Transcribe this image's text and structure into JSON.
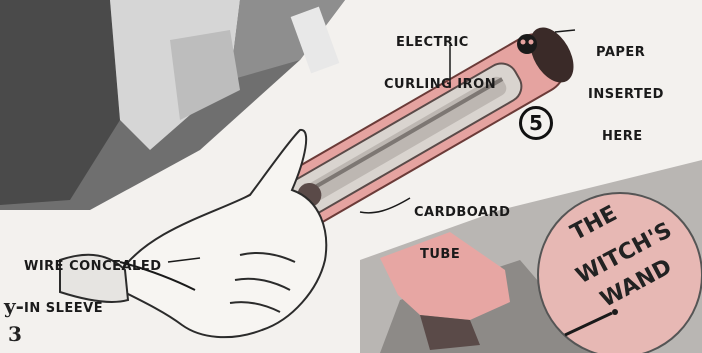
{
  "labels": {
    "electric_curling_iron_line1": "ELECTRIC",
    "electric_curling_iron_line2": "CURLING IRON",
    "paper_inserted_line1": "PAPER",
    "paper_inserted_line2": "INSERTED",
    "paper_inserted_line3": "HERE",
    "cardboard_tube_line1": "CARDBOARD",
    "cardboard_tube_line2": "TUBE",
    "wire_concealed_line1": "WIRE CONCEALED",
    "wire_concealed_line2": "IN SLEEVE"
  },
  "figure_number": "5",
  "wand_sign": {
    "line1": "THE",
    "line2": "WITCH'S",
    "line3": "WAND"
  },
  "page_fragments": {
    "top": "y-",
    "bottom": "3"
  },
  "colors": {
    "tube_pink": "#e5a3a0",
    "tube_dark": "#7a2e2a",
    "paper_background": "#f3f1ee",
    "sign_pink": "#e7b8b4"
  }
}
